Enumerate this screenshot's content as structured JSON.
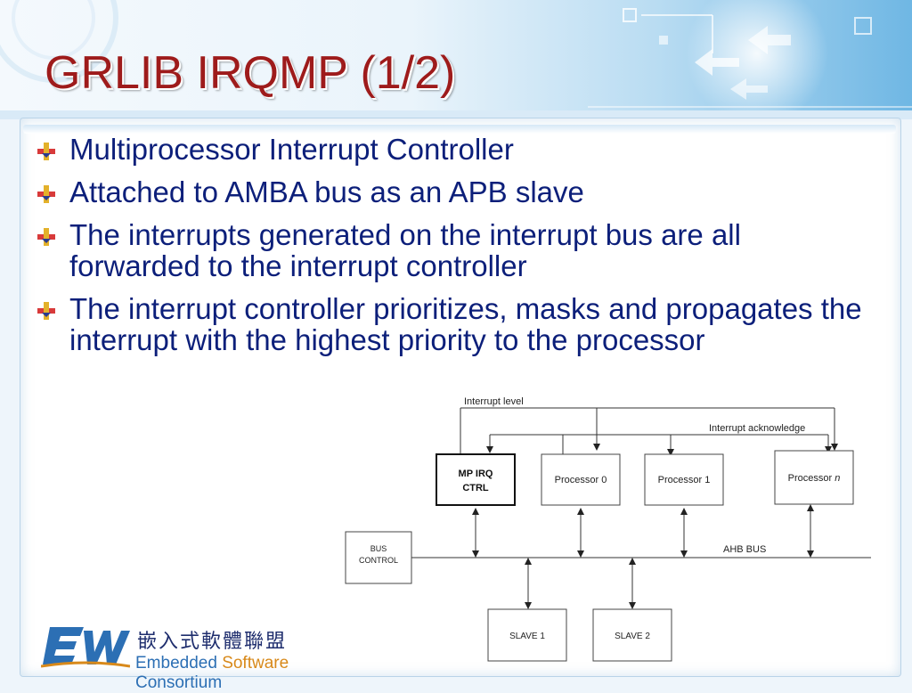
{
  "slide": {
    "title": "GRLIB IRQMP (1/2)",
    "bullets": [
      "Multiprocessor Interrupt Controller",
      "Attached to AMBA bus as an APB slave",
      "The interrupts generated on the interrupt bus are all forwarded to the interrupt controller",
      "The interrupt controller prioritizes, masks and propagates the interrupt with the highest priority to the processor"
    ]
  },
  "diagram": {
    "interrupt_level_label": "Interrupt level",
    "interrupt_ack_label": "Interrupt acknowledge",
    "mp_irq_line1": "MP IRQ",
    "mp_irq_line2": "CTRL",
    "processor0": "Processor 0",
    "processor1": "Processor 1",
    "processorn_prefix": "Processor",
    "processorn_suffix": "n",
    "bus_control_line1": "BUS",
    "bus_control_line2": "CONTROL",
    "ahb_bus": "AHB BUS",
    "slave1": "SLAVE 1",
    "slave2": "SLAVE 2"
  },
  "logo": {
    "mark": "EW",
    "chinese": "嵌入式軟體聯盟",
    "english_part1": "Embedded",
    "english_part2": "Software",
    "english_part3": "Consortium"
  },
  "colors": {
    "title": "#9e1b1b",
    "bullet_text": "#0c1f7a",
    "logo_blue": "#2c6fb4",
    "logo_orange": "#d8891a"
  }
}
